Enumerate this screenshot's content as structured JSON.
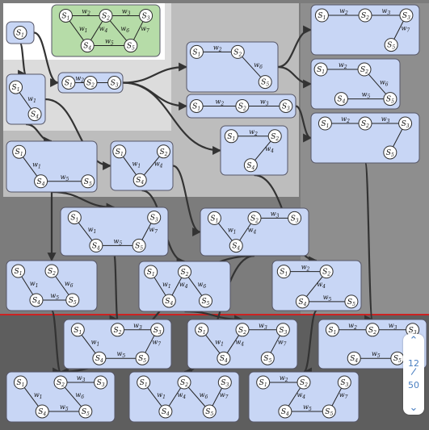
{
  "colors": {
    "card_fill": "#c8d6f5",
    "top_card_fill": "#b6dca8",
    "page_top": "#e6e6e6",
    "page_bottom": "#5e5e5e",
    "divider": "#cc2222",
    "pager_accent": "#4a7fc1"
  },
  "pager": {
    "current": "12",
    "total": "50",
    "up_icon": "chevron-up-icon",
    "down_icon": "chevron-down-icon"
  },
  "graphs": [
    {
      "id": "g0",
      "nodes": [
        "S1",
        "S2",
        "S3",
        "S4",
        "S5"
      ],
      "edges": [
        [
          "S1",
          "S2",
          "w2"
        ],
        [
          "S2",
          "S3",
          "w3"
        ],
        [
          "S1",
          "S4",
          "w1"
        ],
        [
          "S2",
          "S4",
          "w4"
        ],
        [
          "S2",
          "S5",
          "w6"
        ],
        [
          "S3",
          "S5",
          "w7"
        ],
        [
          "S4",
          "S5",
          "w5"
        ]
      ]
    },
    {
      "id": "g1",
      "nodes": [
        "S1"
      ],
      "edges": []
    },
    {
      "id": "g2",
      "nodes": [
        "S1",
        "S4"
      ],
      "edges": [
        [
          "S1",
          "S4",
          "w1"
        ]
      ]
    },
    {
      "id": "g3",
      "nodes": [
        "S1",
        "S2",
        "S3"
      ],
      "edges": [
        [
          "S1",
          "S2",
          "w2"
        ],
        [
          "S2",
          "S3",
          ""
        ]
      ]
    },
    {
      "id": "g4",
      "nodes": [
        "S1",
        "S2",
        "S5"
      ],
      "edges": [
        [
          "S1",
          "S2",
          "w2"
        ],
        [
          "S2",
          "S5",
          "w6"
        ]
      ]
    },
    {
      "id": "g5",
      "nodes": [
        "S1",
        "S2",
        "S3"
      ],
      "edges": [
        [
          "S1",
          "S2",
          "w2"
        ],
        [
          "S2",
          "S3",
          "w3"
        ]
      ]
    },
    {
      "id": "g6",
      "nodes": [
        "S1",
        "S2",
        "S3",
        "S5"
      ],
      "edges": [
        [
          "S1",
          "S2",
          "w2"
        ],
        [
          "S2",
          "S3",
          "w3"
        ],
        [
          "S3",
          "S5",
          "w7"
        ]
      ]
    },
    {
      "id": "g7",
      "nodes": [
        "S1",
        "S2",
        "S4",
        "S5"
      ],
      "edges": [
        [
          "S1",
          "S2",
          "w2"
        ],
        [
          "S2",
          "S5",
          "w6"
        ],
        [
          "S4",
          "S5",
          "w5"
        ]
      ]
    },
    {
      "id": "g8",
      "nodes": [
        "S1",
        "S2",
        "S3",
        "S5"
      ],
      "edges": [
        [
          "S1",
          "S2",
          "w2"
        ],
        [
          "S2",
          "S3",
          "w3"
        ],
        [
          "S3",
          "S5",
          ""
        ]
      ]
    },
    {
      "id": "g9",
      "nodes": [
        "S1",
        "S2",
        "S4"
      ],
      "edges": [
        [
          "S1",
          "S2",
          "w2"
        ],
        [
          "S2",
          "S4",
          "w4"
        ]
      ]
    },
    {
      "id": "g10",
      "nodes": [
        "S1",
        "S4",
        "S5"
      ],
      "edges": [
        [
          "S1",
          "S4",
          "w1"
        ],
        [
          "S4",
          "S5",
          "w5"
        ]
      ]
    },
    {
      "id": "g11",
      "nodes": [
        "S1",
        "S2",
        "S4"
      ],
      "edges": [
        [
          "S1",
          "S4",
          "w1"
        ],
        [
          "S2",
          "S4",
          "w4"
        ]
      ]
    },
    {
      "id": "g12",
      "nodes": [
        "S1",
        "S3",
        "S4",
        "S5"
      ],
      "edges": [
        [
          "S1",
          "S4",
          "w1"
        ],
        [
          "S4",
          "S5",
          "w5"
        ],
        [
          "S3",
          "S5",
          "w7"
        ]
      ]
    },
    {
      "id": "g13",
      "nodes": [
        "S1",
        "S2",
        "S3",
        "S4"
      ],
      "edges": [
        [
          "S1",
          "S4",
          "w1"
        ],
        [
          "S2",
          "S4",
          "w4"
        ],
        [
          "S2",
          "S3",
          "w3"
        ]
      ]
    },
    {
      "id": "g14",
      "nodes": [
        "S1",
        "S2",
        "S4",
        "S5"
      ],
      "edges": [
        [
          "S1",
          "S4",
          "w1"
        ],
        [
          "S4",
          "S5",
          "w5"
        ],
        [
          "S2",
          "S5",
          "w6"
        ]
      ]
    },
    {
      "id": "g15",
      "nodes": [
        "S1",
        "S2",
        "S4",
        "S5"
      ],
      "edges": [
        [
          "S1",
          "S4",
          "w1"
        ],
        [
          "S2",
          "S4",
          "w4"
        ],
        [
          "S2",
          "S5",
          "w6"
        ]
      ]
    },
    {
      "id": "g16",
      "nodes": [
        "S1",
        "S2",
        "S4",
        "S5"
      ],
      "edges": [
        [
          "S1",
          "S2",
          "w2"
        ],
        [
          "S2",
          "S4",
          "w4"
        ],
        [
          "S4",
          "S5",
          "w5"
        ]
      ]
    },
    {
      "id": "g17",
      "nodes": [
        "S1",
        "S2",
        "S3",
        "S4",
        "S5"
      ],
      "edges": [
        [
          "S1",
          "S4",
          "w1"
        ],
        [
          "S2",
          "S3",
          "w3"
        ],
        [
          "S4",
          "S5",
          "w5"
        ],
        [
          "S3",
          "S5",
          "w7"
        ]
      ]
    },
    {
      "id": "g18",
      "nodes": [
        "S1",
        "S2",
        "S3",
        "S4",
        "S5"
      ],
      "edges": [
        [
          "S1",
          "S4",
          "w1"
        ],
        [
          "S2",
          "S4",
          "w4"
        ],
        [
          "S2",
          "S3",
          "w3"
        ],
        [
          "S3",
          "S5",
          "w7"
        ]
      ]
    },
    {
      "id": "g19",
      "nodes": [
        "S1",
        "S2",
        "S3",
        "S4",
        "S5"
      ],
      "edges": [
        [
          "S1",
          "S2",
          "w2"
        ],
        [
          "S2",
          "S3",
          "w3"
        ],
        [
          "S4",
          "S5",
          "w5"
        ]
      ]
    },
    {
      "id": "g20",
      "nodes": [
        "S1",
        "S2",
        "S3",
        "S4",
        "S5"
      ],
      "edges": [
        [
          "S1",
          "S4",
          "w1"
        ],
        [
          "S2",
          "S3",
          "w3"
        ],
        [
          "S2",
          "S5",
          "w6"
        ],
        [
          "S4",
          "S5",
          "w5"
        ]
      ]
    },
    {
      "id": "g21",
      "nodes": [
        "S1",
        "S2",
        "S3",
        "S4",
        "S5"
      ],
      "edges": [
        [
          "S1",
          "S4",
          "w1"
        ],
        [
          "S2",
          "S4",
          "w4"
        ],
        [
          "S2",
          "S5",
          "w6"
        ],
        [
          "S3",
          "S5",
          "w7"
        ]
      ]
    },
    {
      "id": "g22",
      "nodes": [
        "S1",
        "S2",
        "S3",
        "S4",
        "S5"
      ],
      "edges": [
        [
          "S1",
          "S2",
          "w2"
        ],
        [
          "S2",
          "S4",
          "w4"
        ],
        [
          "S4",
          "S5",
          "w5"
        ],
        [
          "S3",
          "S5",
          "w7"
        ]
      ]
    }
  ],
  "flows": [
    [
      "g1",
      "g2"
    ],
    [
      "g1",
      "g3"
    ],
    [
      "g3",
      "g4"
    ],
    [
      "g3",
      "g5"
    ],
    [
      "g3",
      "g9"
    ],
    [
      "g4",
      "g6"
    ],
    [
      "g4",
      "g7"
    ],
    [
      "g5",
      "g8"
    ],
    [
      "g2",
      "g10"
    ],
    [
      "g2",
      "g11"
    ],
    [
      "g10",
      "g12"
    ],
    [
      "g10",
      "g14"
    ],
    [
      "g11",
      "g15"
    ],
    [
      "g11",
      "g13"
    ],
    [
      "g9",
      "g16"
    ],
    [
      "g8",
      "g19"
    ],
    [
      "g12",
      "g17"
    ],
    [
      "g13",
      "g20"
    ],
    [
      "g14",
      "g20"
    ],
    [
      "g15",
      "g18"
    ],
    [
      "g13",
      "g21"
    ],
    [
      "g16",
      "g22"
    ]
  ]
}
